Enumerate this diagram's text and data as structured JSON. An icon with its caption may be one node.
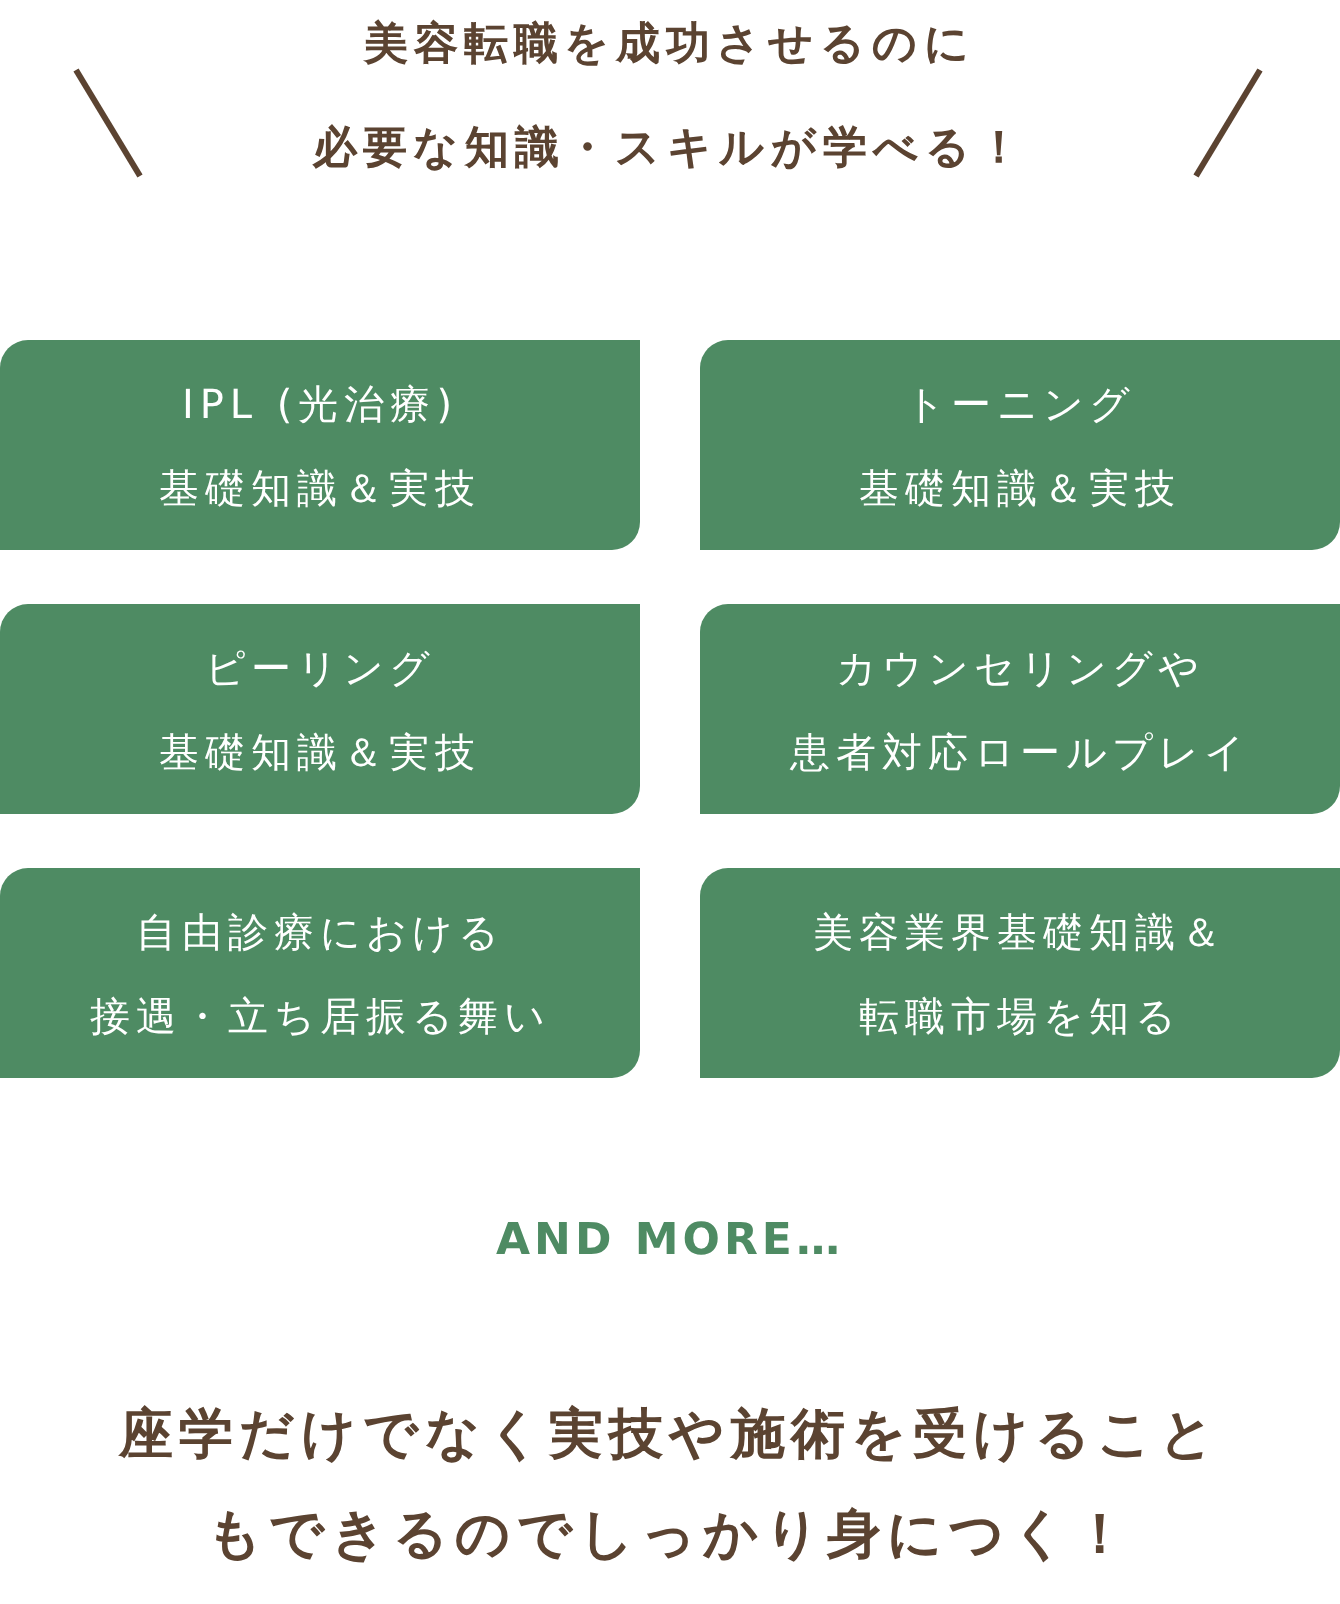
{
  "diagram": {
    "caption": "座学だけでなく実技や施術を受けることもできるのでしっかり身につく！",
    "nodes": [
      {
        "text": [
          "IPL (光治療)",
          "基礎知識＆実技"
        ]
      },
      {
        "text": [
          "トーニング",
          "基礎知識＆実技"
        ]
      },
      {
        "text": [
          "ピーリング",
          "基礎知識＆実技"
        ]
      },
      {
        "text": [
          "カウンセリングや",
          "患者対応ロールプレイ"
        ]
      },
      {
        "text": [
          "自由診療における",
          "接遇・立ち居振る舞い"
        ]
      },
      {
        "text": [
          "美容業界基礎知識＆",
          "転職市場を知る"
        ]
      }
    ],
    "labels": [
      "美容転職を成功させるのに",
      "必要な知識・スキルが学べる！",
      "AND MORE…"
    ]
  }
}
